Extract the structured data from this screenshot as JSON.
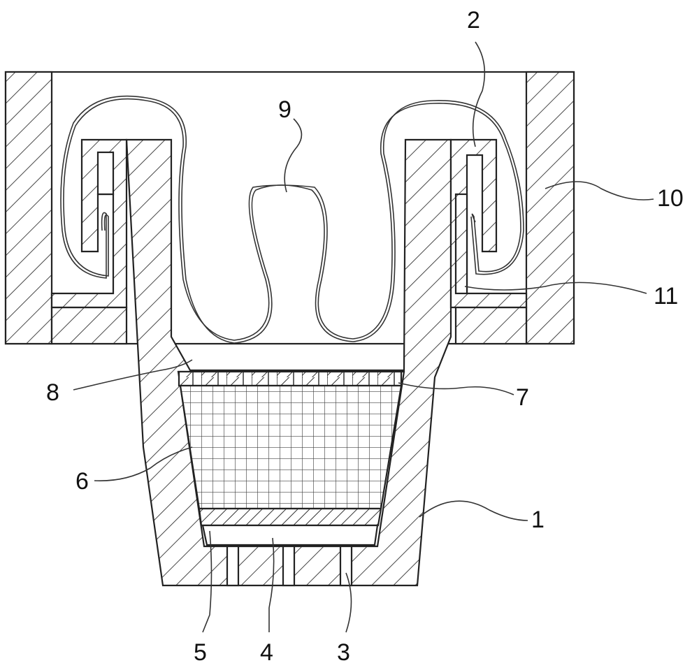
{
  "figure": {
    "callouts": [
      {
        "id": "1",
        "text": "1"
      },
      {
        "id": "2",
        "text": "2"
      },
      {
        "id": "3",
        "text": "3"
      },
      {
        "id": "4",
        "text": "4"
      },
      {
        "id": "5",
        "text": "5"
      },
      {
        "id": "6",
        "text": "6"
      },
      {
        "id": "7",
        "text": "7"
      },
      {
        "id": "8",
        "text": "8"
      },
      {
        "id": "9",
        "text": "9"
      },
      {
        "id": "10",
        "text": "10"
      },
      {
        "id": "11",
        "text": "11"
      }
    ],
    "colors": {
      "line": "#222222",
      "background": "#ffffff"
    }
  }
}
